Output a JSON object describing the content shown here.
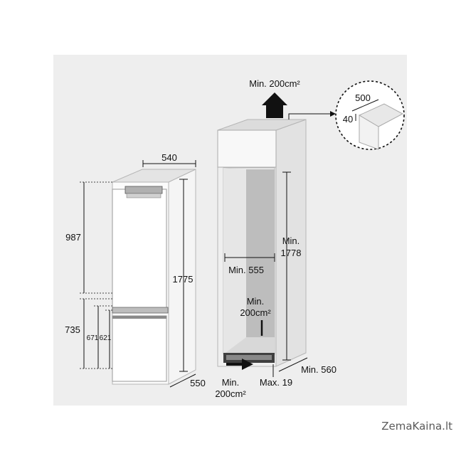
{
  "fridge": {
    "width": "540",
    "height_top": "987",
    "height_total": "1775",
    "height_bottom": "735",
    "drawer_a": "671",
    "drawer_b": "621",
    "depth": "550"
  },
  "niche": {
    "top_vent": "Min. 200cm²",
    "corner_width": "500",
    "corner_depth": "40",
    "height_label": "Min.",
    "height_value": "1778",
    "width": "Min. 555",
    "rear_vent_line1": "Min.",
    "rear_vent_line2": "200cm²",
    "bottom_vent_line1": "Min.",
    "bottom_vent_line2": "200cm²",
    "plinth": "Max. 19",
    "depth": "Min. 560"
  },
  "watermark": "ZemaKaina.lt"
}
